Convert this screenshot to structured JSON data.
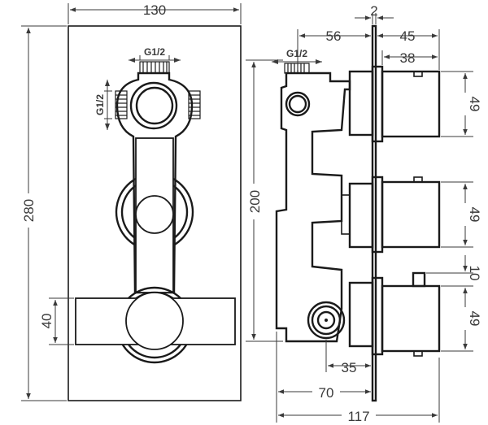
{
  "dimensions": {
    "front_width": "130",
    "front_height": "280",
    "handle_height": "40",
    "thread_top": "G1/2",
    "thread_side": "G1/2",
    "plate_thickness": "2",
    "body_depth": "56",
    "knob_length": "45",
    "knob_body_length": "38",
    "thread_side_view": "G1/2",
    "body_height": "200",
    "knob_height_top": "49",
    "knob_height_mid": "49",
    "lever_offset": "10",
    "knob_height_bottom": "49",
    "port_offset": "35",
    "body_base_depth": "70",
    "total_depth": "117"
  }
}
